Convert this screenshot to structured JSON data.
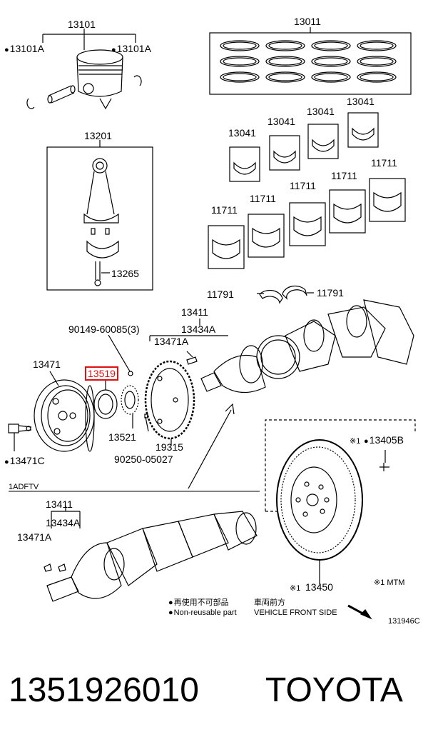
{
  "parts": {
    "p13101": "13101",
    "p13101a_l": "13101A",
    "p13101a_r": "13101A",
    "p13011": "13011",
    "p13041_1": "13041",
    "p13041_2": "13041",
    "p13041_3": "13041",
    "p13041_4": "13041",
    "p13201": "13201",
    "p13265": "13265",
    "p11711_1": "11711",
    "p11711_2": "11711",
    "p11711_3": "11711",
    "p11711_4": "11711",
    "p11711_5": "11711",
    "p11791_l": "11791",
    "p11791_r": "11791",
    "p90149": "90149-60085(3)",
    "p13411_top": "13411",
    "p13434a_top": "13434A",
    "p13471a_top": "13471A",
    "p13471": "13471",
    "p13519": "13519",
    "p13521": "13521",
    "p19315": "19315",
    "p90250": "90250-05027",
    "p13471c": "13471C",
    "p13405b": "13405B",
    "p13405b_mark": "※1",
    "p13450": "13450",
    "p13450_mark": "※1",
    "p13411_bot": "13411",
    "p13434a_bot": "13434A",
    "p13471a_bot": "13471A"
  },
  "section_label": "1ADFTV",
  "legend": {
    "nonreusable_jp": "再使用不可部品",
    "nonreusable_en": "Non-reusable part",
    "front_jp": "車両前方",
    "front_en": "VEHICLE FRONT SIDE",
    "note": "※1 MTM"
  },
  "figure_code": "131946C",
  "part_number": "1351926010",
  "brand": "TOYOTA",
  "highlight_color": "#e01010"
}
